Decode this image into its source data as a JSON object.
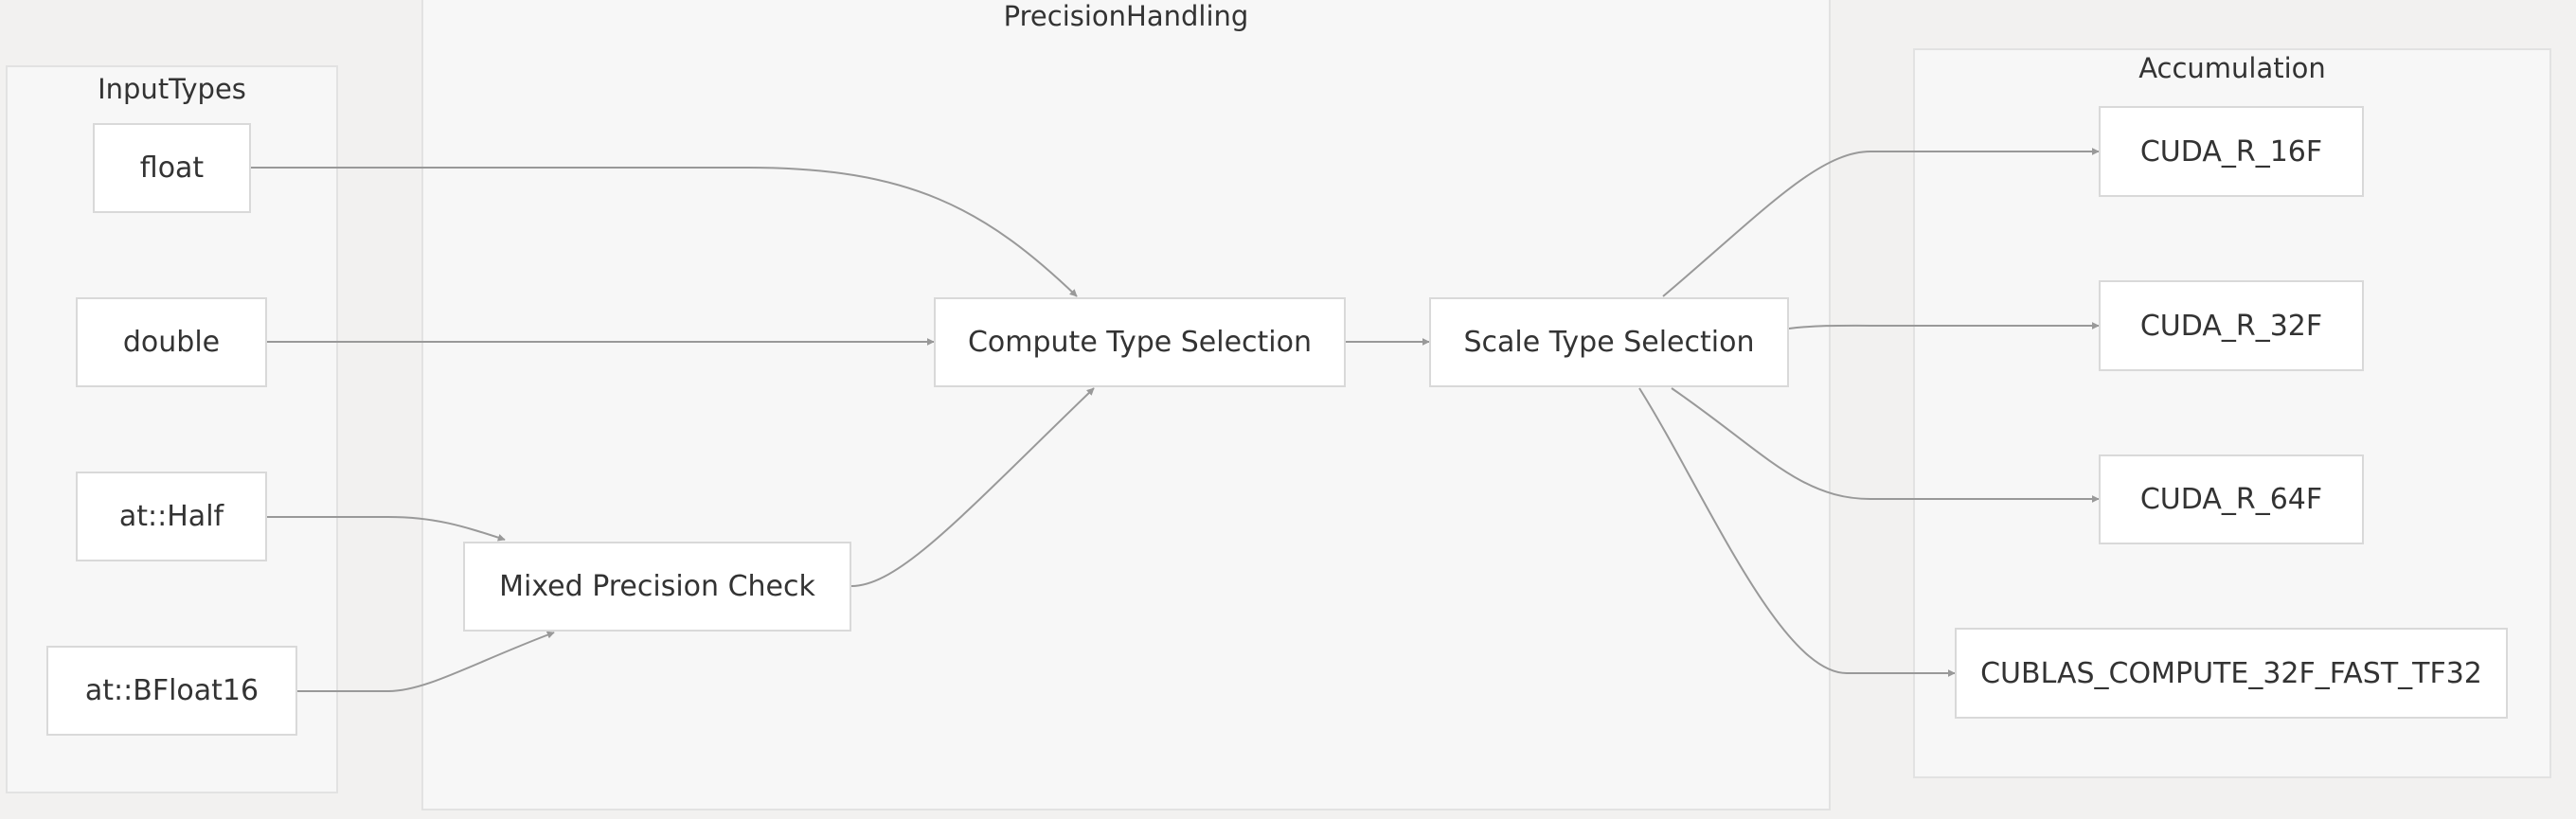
{
  "colors": {
    "background": "#f2f1f0",
    "cluster_fill": "#f7f7f7",
    "cluster_border": "#e2e2e2",
    "node_fill": "#ffffff",
    "node_border": "#d9d9d9",
    "edge": "#999999",
    "text": "#333333"
  },
  "clusters": {
    "input_types": {
      "label": "InputTypes"
    },
    "precision_handling": {
      "label": "PrecisionHandling"
    },
    "accumulation": {
      "label": "Accumulation"
    }
  },
  "nodes": {
    "float": "float",
    "double": "double",
    "half": "at::Half",
    "bfloat16": "at::BFloat16",
    "mixed_precision": "Mixed Precision Check",
    "compute_type": "Compute Type Selection",
    "scale_type": "Scale Type Selection",
    "cuda_r_16f": "CUDA_R_16F",
    "cuda_r_32f": "CUDA_R_32F",
    "cuda_r_64f": "CUDA_R_64F",
    "cublas_fast_tf32": "CUBLAS_COMPUTE_32F_FAST_TF32"
  },
  "edges": [
    {
      "from": "float",
      "to": "compute_type"
    },
    {
      "from": "double",
      "to": "compute_type"
    },
    {
      "from": "half",
      "to": "mixed_precision"
    },
    {
      "from": "bfloat16",
      "to": "mixed_precision"
    },
    {
      "from": "mixed_precision",
      "to": "compute_type"
    },
    {
      "from": "compute_type",
      "to": "scale_type"
    },
    {
      "from": "scale_type",
      "to": "cuda_r_16f"
    },
    {
      "from": "scale_type",
      "to": "cuda_r_32f"
    },
    {
      "from": "scale_type",
      "to": "cuda_r_64f"
    },
    {
      "from": "scale_type",
      "to": "cublas_fast_tf32"
    }
  ]
}
